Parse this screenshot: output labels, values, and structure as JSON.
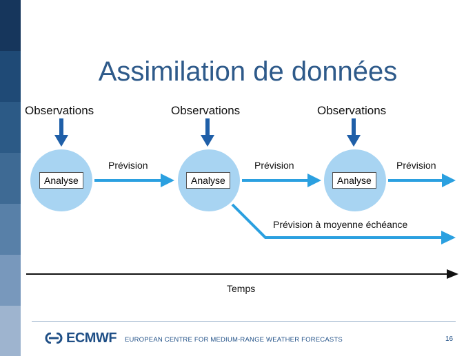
{
  "title": "Assimilation de données",
  "observations": [
    "Observations",
    "Observations",
    "Observations"
  ],
  "analyse": [
    "Analyse",
    "Analyse",
    "Analyse"
  ],
  "prevision": [
    "Prévision",
    "Prévision",
    "Prévision"
  ],
  "medium_range": "Prévision à moyenne échéance",
  "time_axis": "Temps",
  "footer": {
    "logo": "ECMWF",
    "organization": "EUROPEAN CENTRE FOR MEDIUM-RANGE WEATHER FORECASTS",
    "page_number": "16"
  },
  "colors": {
    "title": "#2e5a8a",
    "circle": "#a8d4f2",
    "arrow_dark": "#1f5fa8",
    "arrow_light": "#2ba0e0",
    "logo": "#1f4f86"
  },
  "icons": [
    "ecmwf-logo-icon"
  ]
}
